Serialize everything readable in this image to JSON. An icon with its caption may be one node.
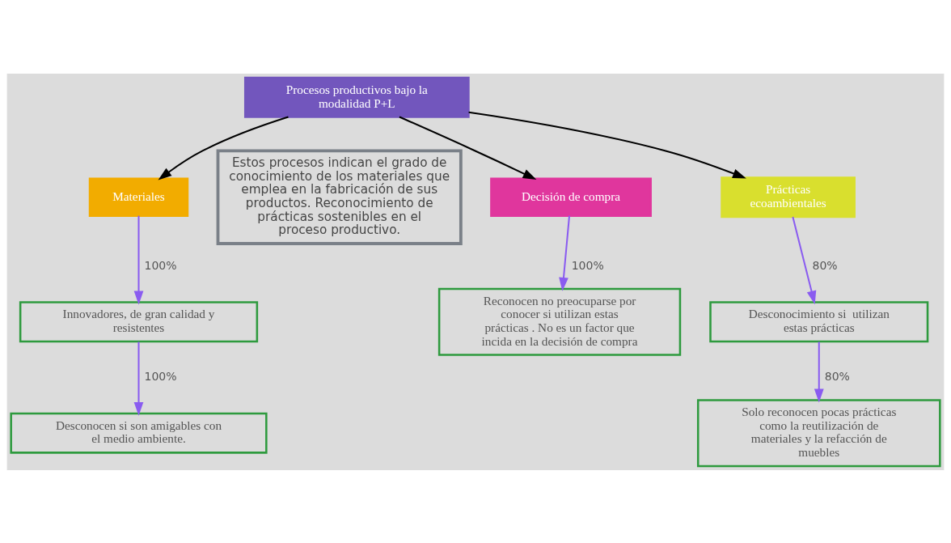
{
  "diagram": {
    "nodes": [
      {
        "text": [
          "Procesos productivos bajo la modalidad P+L"
        ]
      },
      {
        "text": [
          "Materiales"
        ]
      },
      {
        "text": [
          "Innovadores, de gran calidad y resistentes"
        ]
      },
      {
        "text": [
          "Desconocen si son amigables con el medio ambiente."
        ]
      },
      {
        "text": [
          "Estos procesos indican el grado de conocimiento de los materiales que emplea en la fabricación de sus productos. Reconocimiento de prácticas sostenibles en el proceso productivo."
        ]
      },
      {
        "text": [
          "Decisión de compra"
        ]
      },
      {
        "text": [
          "Reconocen no preocuparse por conocer si utilizan estas prácticas . No es un factor que incida en la decisión de compra"
        ]
      },
      {
        "text": [
          "Prácticas ecoambientales"
        ]
      },
      {
        "text": [
          "Desconocimiento si  utilizan estas prácticas"
        ]
      },
      {
        "text": [
          "Solo reconocen pocas prácticas como la reutilización de materiales y la refacción de muebles"
        ]
      }
    ],
    "edges": [
      {
        "from": 0,
        "to": 1,
        "arrow": "to",
        "color": "#000000"
      },
      {
        "from": 0,
        "to": 7,
        "arrow": "to",
        "color": "#000000"
      },
      {
        "from": 0,
        "to": 5,
        "arrow": "to",
        "color": "#000000"
      },
      {
        "from": 1,
        "to": 2,
        "arrow": "to",
        "label": "100%"
      },
      {
        "from": 2,
        "to": 3,
        "arrow": "to",
        "label": "100%"
      },
      {
        "from": 5,
        "to": 6,
        "arrow": "to",
        "label": "100%"
      },
      {
        "from": 7,
        "to": 8,
        "arrow": "to",
        "label": "80%"
      },
      {
        "from": 8,
        "to": 9,
        "arrow": "to",
        "label": "80%"
      }
    ]
  }
}
